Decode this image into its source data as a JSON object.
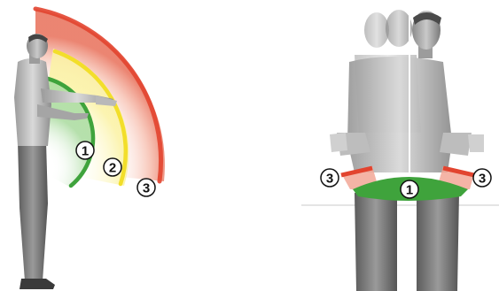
{
  "left_figure": {
    "markers": [
      "1",
      "2",
      "3"
    ],
    "zone_colors": {
      "zone1": "#3fa33c",
      "zone2": "#f2de2a",
      "zone3": "#e2442f"
    }
  },
  "right_figure": {
    "markers": [
      "3",
      "1",
      "3"
    ],
    "zone_colors": {
      "zone1": "#3fa33c",
      "zone3": "#e2442f"
    }
  }
}
